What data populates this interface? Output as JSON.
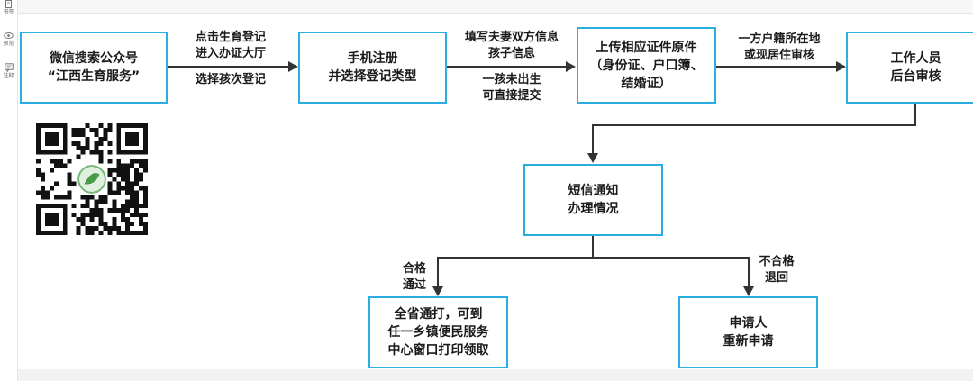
{
  "sidebar": {
    "items": [
      {
        "label": "书签",
        "icon": "bookmark-icon"
      },
      {
        "label": "预览",
        "icon": "eye-icon"
      },
      {
        "label": "注释",
        "icon": "comment-icon"
      }
    ]
  },
  "colors": {
    "box_border": "#2ab0e0",
    "line": "#333333"
  },
  "flow": {
    "step1": {
      "line1": "微信搜索公众号",
      "line2": "“江西生育服务”"
    },
    "label1": {
      "top1": "点击生育登记",
      "top2": "进入办证大厅",
      "bottom": "选择孩次登记"
    },
    "step2": {
      "line1": "手机注册",
      "line2": "并选择登记类型"
    },
    "label2": {
      "top1": "填写夫妻双方信息",
      "top2": "孩子信息",
      "bottom1": "一孩未出生",
      "bottom2": "可直接提交"
    },
    "step3": {
      "line1": "上传相应证件原件",
      "line2": "（身份证、户口簿、",
      "line3": "结婚证）"
    },
    "label3": {
      "top1": "一方户籍所在地",
      "top2": "或现居住审核"
    },
    "step4": {
      "line1": "工作人员",
      "line2": "后台审核"
    },
    "step5": {
      "line1": "短信通知",
      "line2": "办理情况"
    },
    "pass_label": {
      "line1": "合格",
      "line2": "通过"
    },
    "fail_label": {
      "line1": "不合格",
      "line2": "退回"
    },
    "pass_box": {
      "line1": "全省通打，可到",
      "line2": "任一乡镇便民服务",
      "line3": "中心窗口打印领取"
    },
    "fail_box": {
      "line1": "申请人",
      "line2": "重新申请"
    }
  },
  "qr_code": {
    "icon": "qr-code-icon"
  }
}
